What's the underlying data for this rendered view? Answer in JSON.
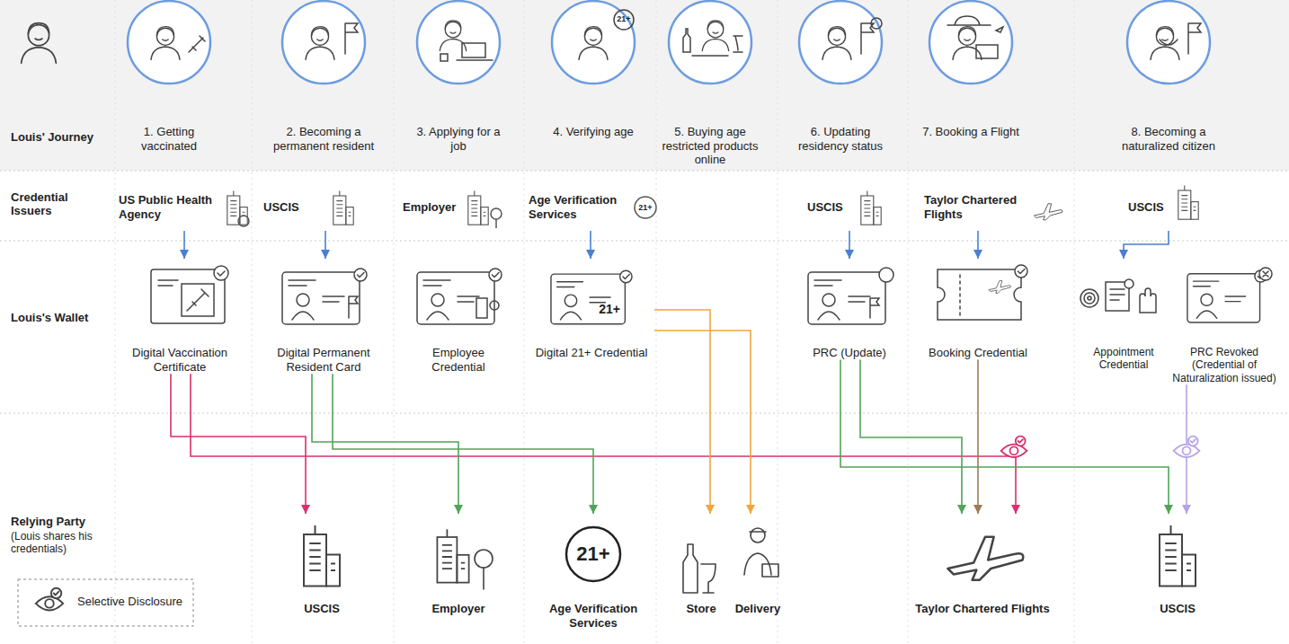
{
  "diagram": {
    "nodes": [
      {
        "text": [
          "1. Getting vaccinated"
        ]
      },
      {
        "text": [
          "2. Becoming a permanent resident"
        ]
      },
      {
        "text": [
          "3. Applying for a job"
        ]
      },
      {
        "text": [
          "4. Verifying age"
        ]
      },
      {
        "text": [
          "5. Buying age restricted products online"
        ]
      },
      {
        "text": [
          "6. Updating residency status"
        ]
      },
      {
        "text": [
          "7. Booking a Flight"
        ]
      },
      {
        "text": [
          "8. Becoming a naturalized citizen"
        ]
      },
      {
        "text": [
          "US Public Health Agency"
        ]
      },
      {
        "text": [
          "USCIS"
        ]
      },
      {
        "text": [
          "Employer"
        ]
      },
      {
        "text": [
          "Age Verification Services"
        ]
      },
      {
        "text": [
          "USCIS"
        ]
      },
      {
        "text": [
          "Taylor Chartered Flights"
        ]
      },
      {
        "text": [
          "USCIS"
        ]
      },
      {
        "text": [
          "Digital Vaccination Certificate"
        ]
      },
      {
        "text": [
          "Digital Permanent Resident Card"
        ]
      },
      {
        "text": [
          "Employee Credential"
        ]
      },
      {
        "text": [
          "Digital 21+ Credential"
        ]
      },
      {
        "text": [
          "PRC (Update)"
        ]
      },
      {
        "text": [
          "Booking Credential"
        ]
      },
      {
        "text": [
          "Appointment Credential"
        ]
      },
      {
        "text": [
          "PRC Revoked (Credential of Naturalization issued)"
        ]
      },
      {
        "text": [
          "USCIS"
        ]
      },
      {
        "text": [
          "Employer"
        ]
      },
      {
        "text": [
          "Age Verification Services"
        ]
      },
      {
        "text": [
          "Store"
        ]
      },
      {
        "text": [
          "Delivery"
        ]
      },
      {
        "text": [
          "Taylor Chartered Flights"
        ]
      },
      {
        "text": [
          "USCIS"
        ]
      }
    ],
    "edges": [
      {
        "from": 8,
        "to": 15,
        "arrow": "to"
      },
      {
        "from": 9,
        "to": 16,
        "arrow": "to"
      },
      {
        "from": 11,
        "to": 18,
        "arrow": "to"
      },
      {
        "from": 12,
        "to": 19,
        "arrow": "to"
      },
      {
        "from": 13,
        "to": 20,
        "arrow": "to"
      },
      {
        "from": 14,
        "to": 21,
        "arrow": "to"
      },
      {
        "from": 15,
        "to": 23,
        "arrow": "to"
      },
      {
        "from": 15,
        "to": 28,
        "arrow": "to"
      },
      {
        "from": 16,
        "to": 24,
        "arrow": "to"
      },
      {
        "from": 16,
        "to": 25,
        "arrow": "to"
      },
      {
        "from": 18,
        "to": 26,
        "arrow": "to"
      },
      {
        "from": 18,
        "to": 27,
        "arrow": "to"
      },
      {
        "from": 19,
        "to": 28,
        "arrow": "to"
      },
      {
        "from": 19,
        "to": 29,
        "arrow": "to"
      },
      {
        "from": 20,
        "to": 28,
        "arrow": "to"
      },
      {
        "from": 22,
        "to": 29,
        "arrow": "to"
      }
    ],
    "labels": [
      "Louis' Journey",
      "21+",
      "Credential Issuers",
      "21+",
      "Louis's Wallet",
      "21+",
      "Relying Party",
      "(Louis shares his credentials)",
      "21+"
    ],
    "legend": [
      {
        "text": "Selective Disclosure"
      }
    ]
  }
}
